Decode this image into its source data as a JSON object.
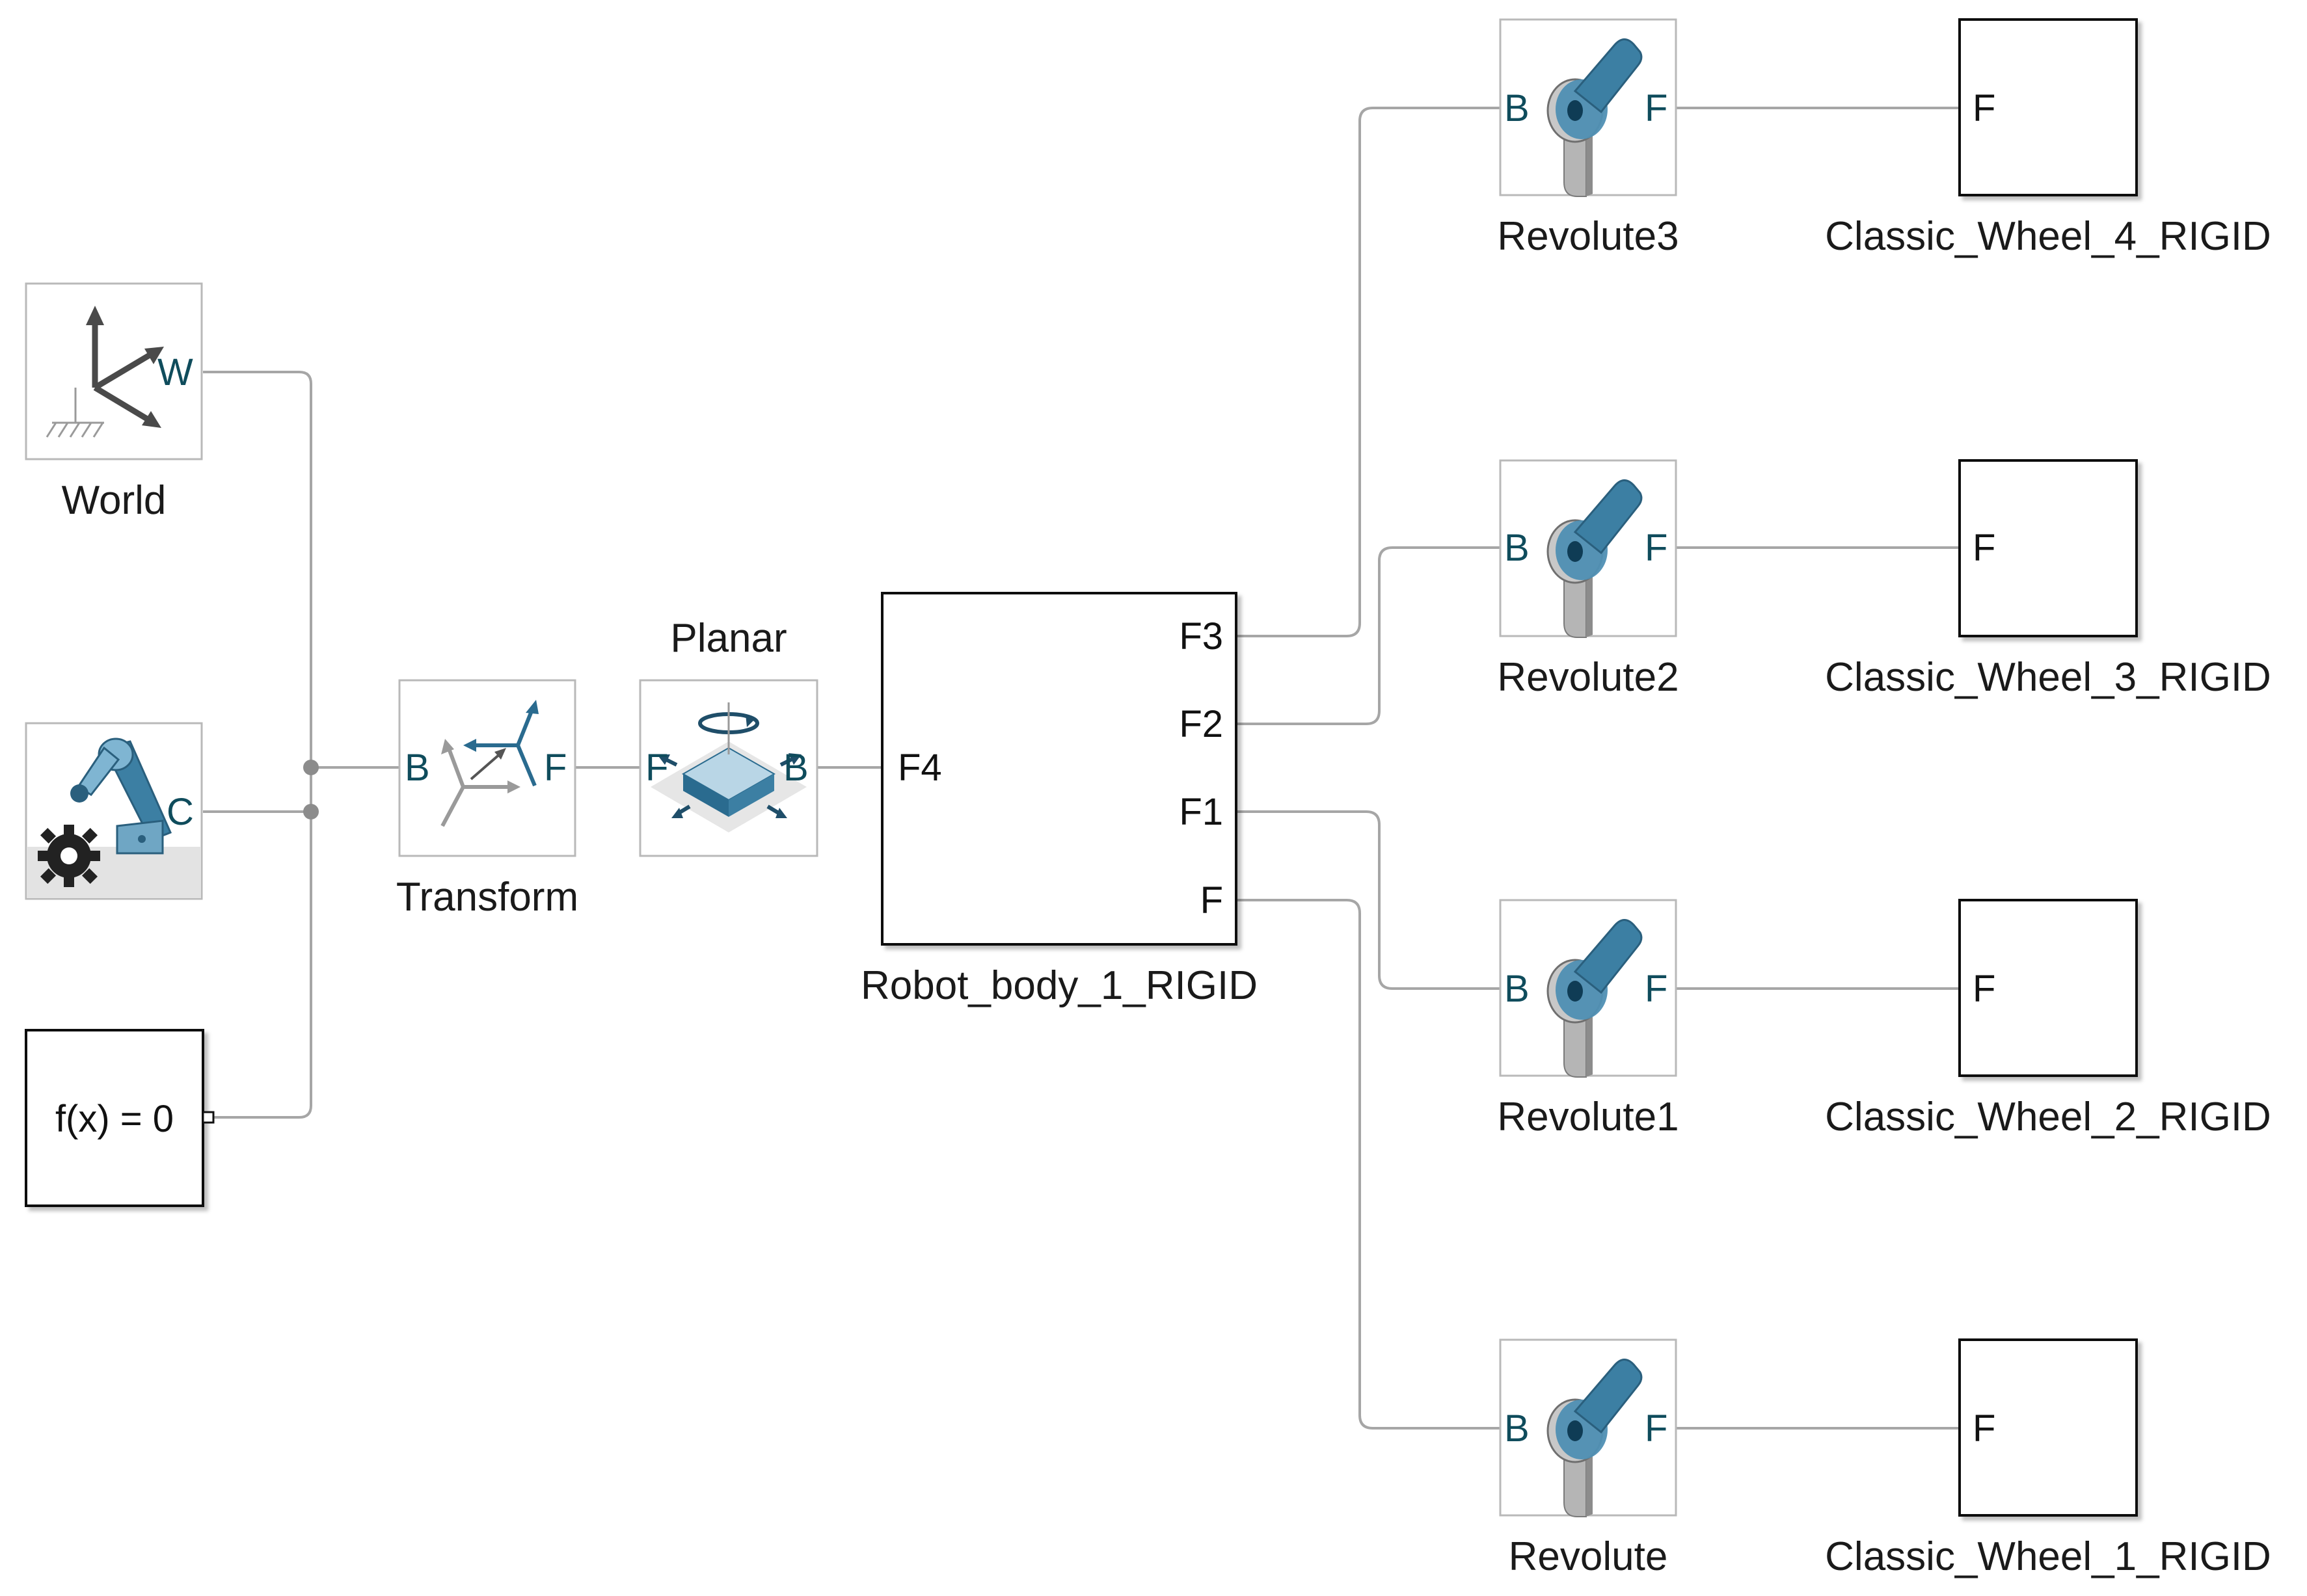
{
  "blocks": {
    "world": {
      "label": "World",
      "port_w": "W"
    },
    "solver": {
      "port_c": "C"
    },
    "mech_config": {
      "text": "f(x) = 0"
    },
    "transform": {
      "label": "Transform",
      "port_b": "B",
      "port_f": "F"
    },
    "planar": {
      "label": "Planar",
      "port_f": "F",
      "port_b": "B"
    },
    "robot_body": {
      "label": "Robot_body_1_RIGID",
      "port_f4": "F4",
      "port_f3": "F3",
      "port_f2": "F2",
      "port_f1": "F1",
      "port_f": "F"
    },
    "revolutes": [
      {
        "label": "Revolute3",
        "port_b": "B",
        "port_f": "F"
      },
      {
        "label": "Revolute2",
        "port_b": "B",
        "port_f": "F"
      },
      {
        "label": "Revolute1",
        "port_b": "B",
        "port_f": "F"
      },
      {
        "label": "Revolute",
        "port_b": "B",
        "port_f": "F"
      }
    ],
    "wheels": [
      {
        "label": "Classic_Wheel_4_RIGID",
        "port_f": "F"
      },
      {
        "label": "Classic_Wheel_3_RIGID",
        "port_f": "F"
      },
      {
        "label": "Classic_Wheel_2_RIGID",
        "port_f": "F"
      },
      {
        "label": "Classic_Wheel_1_RIGID",
        "port_f": "F"
      }
    ]
  },
  "colors": {
    "port_text": "#0f4c5c",
    "wire": "#a6a6a6",
    "icon_blue": "#3c7fa3",
    "icon_gray": "#b5b5b5"
  }
}
